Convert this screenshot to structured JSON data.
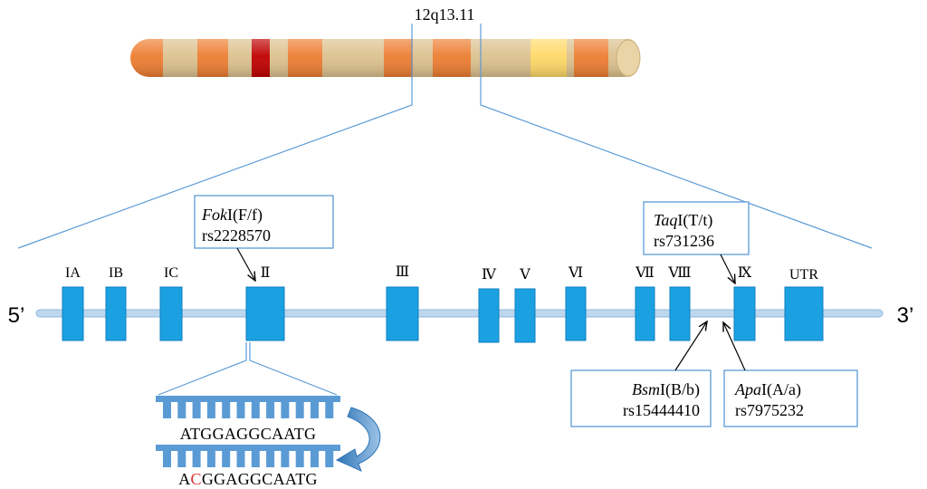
{
  "locus": "12q13.11",
  "end_labels": {
    "five_prime": "5’",
    "three_prime": "3’"
  },
  "exons": [
    {
      "label": "IA"
    },
    {
      "label": "IB"
    },
    {
      "label": "IC"
    },
    {
      "label": "Ⅱ"
    },
    {
      "label": "Ⅲ"
    },
    {
      "label": "Ⅳ"
    },
    {
      "label": "Ⅴ"
    },
    {
      "label": "Ⅵ"
    },
    {
      "label": "Ⅶ"
    },
    {
      "label": "Ⅷ"
    },
    {
      "label": "Ⅸ"
    },
    {
      "label": "UTR"
    }
  ],
  "snps": {
    "fok": {
      "enzyme": "Fok",
      "suffix": "I(F/f)",
      "rs": "rs2228570"
    },
    "taq": {
      "enzyme": "Taq",
      "suffix": "I(T/t)",
      "rs": "rs731236"
    },
    "bsm": {
      "enzyme": "Bsm",
      "suffix": "I(B/b)",
      "rs": "rs15444410"
    },
    "apa": {
      "enzyme": "Apa",
      "suffix": "I(A/a)",
      "rs": "rs7975232"
    }
  },
  "sequences": {
    "original": "ATGGAGGCAATG",
    "mutated_prefix": "A",
    "mutated_base": "C",
    "mutated_suffix": "GGAGGCAATG"
  },
  "colors": {
    "band_dark": "#ed7d31",
    "band_light": "#dcc18e",
    "band_centromere": "#c00000",
    "band_yellow": "#ffd966",
    "exon": "#1ba1e2",
    "backbone": "#bdd7ee",
    "line": "#5b9bd5",
    "mutation": "#e03030"
  }
}
